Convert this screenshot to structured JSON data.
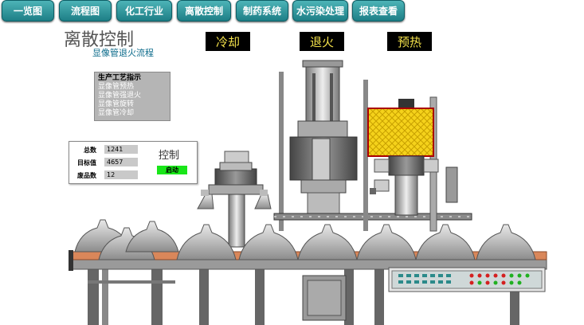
{
  "nav": [
    {
      "label": "一览图"
    },
    {
      "label": "流程图"
    },
    {
      "label": "化工行业"
    },
    {
      "label": "离散控制"
    },
    {
      "label": "制药系统"
    },
    {
      "label": "水污染处理"
    },
    {
      "label": "报表查看"
    }
  ],
  "page": {
    "title": "离散控制",
    "subtitle": "显像管退火流程"
  },
  "stages": [
    {
      "label": "冷却"
    },
    {
      "label": "退火"
    },
    {
      "label": "预热"
    }
  ],
  "process_panel": {
    "heading": "生产工艺指示",
    "items": [
      "显像管预热",
      "显像管强退火",
      "显像管旋转",
      "显像管冷却"
    ]
  },
  "control": {
    "title": "控制",
    "total_label": "总数",
    "total_value": "1241",
    "target_label": "目标值",
    "target_value": "4657",
    "waste_label": "废品数",
    "waste_value": "12",
    "start_label": "启动"
  },
  "colors": {
    "nav": "#1d7f86",
    "stage_bg": "#000000",
    "stage_text": "#f2e04a",
    "heater": "#f5d21b",
    "start": "#19e619",
    "conveyor": "#d9875a"
  }
}
